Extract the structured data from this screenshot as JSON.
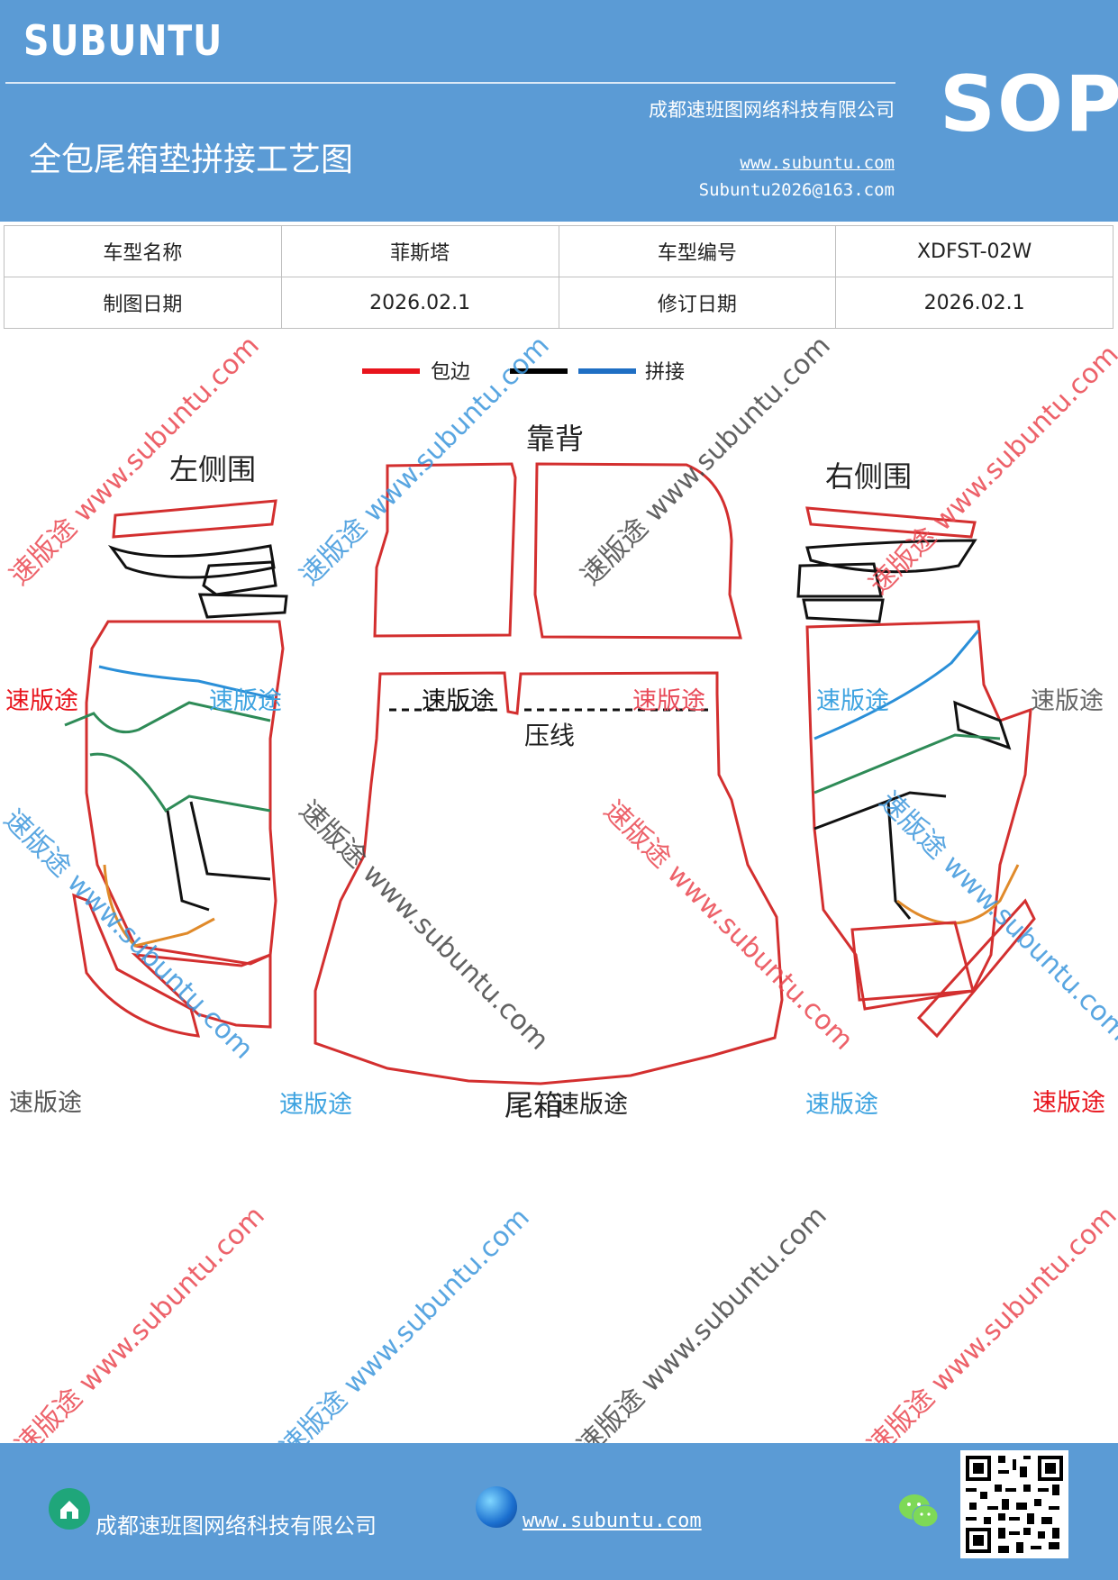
{
  "header": {
    "brand": "SUBUNTU",
    "sop": "SOP",
    "company": "成都速班图网络科技有限公司",
    "title": "全包尾箱垫拼接工艺图",
    "url": "www.subuntu.com",
    "email": "Subuntu2026@163.com"
  },
  "info_table": {
    "rows": [
      {
        "label1": "车型名称",
        "value1": "菲斯塔",
        "label2": "车型编号",
        "value2": "XDFST-02W"
      },
      {
        "label1": "制图日期",
        "value1": "2026.02.1",
        "label2": "修订日期",
        "value2": "2026.02.1"
      }
    ]
  },
  "legend": {
    "items": [
      {
        "label": "包边",
        "color": "#e8141c"
      },
      {
        "label": "",
        "color": "#000000"
      },
      {
        "label": "拼接",
        "color": "#1f6fc4"
      }
    ]
  },
  "diagram": {
    "labels": {
      "left_side": "左侧围",
      "back": "靠背",
      "right_side": "右侧围",
      "press_line": "压线",
      "trunk": "尾箱"
    },
    "colors": {
      "edge": "#d32f2f",
      "outline": "#111111",
      "splice": "#2a8fd8",
      "green": "#2e8b57",
      "orange": "#e08a2a"
    }
  },
  "watermarks": {
    "brand_cn": "速版途",
    "diag_text": "速版途 www.subuntu.com",
    "diag_text2": "www.subuntu.com"
  },
  "footer": {
    "company": "成都速班图网络科技有限公司",
    "url": "www.subuntu.com"
  }
}
